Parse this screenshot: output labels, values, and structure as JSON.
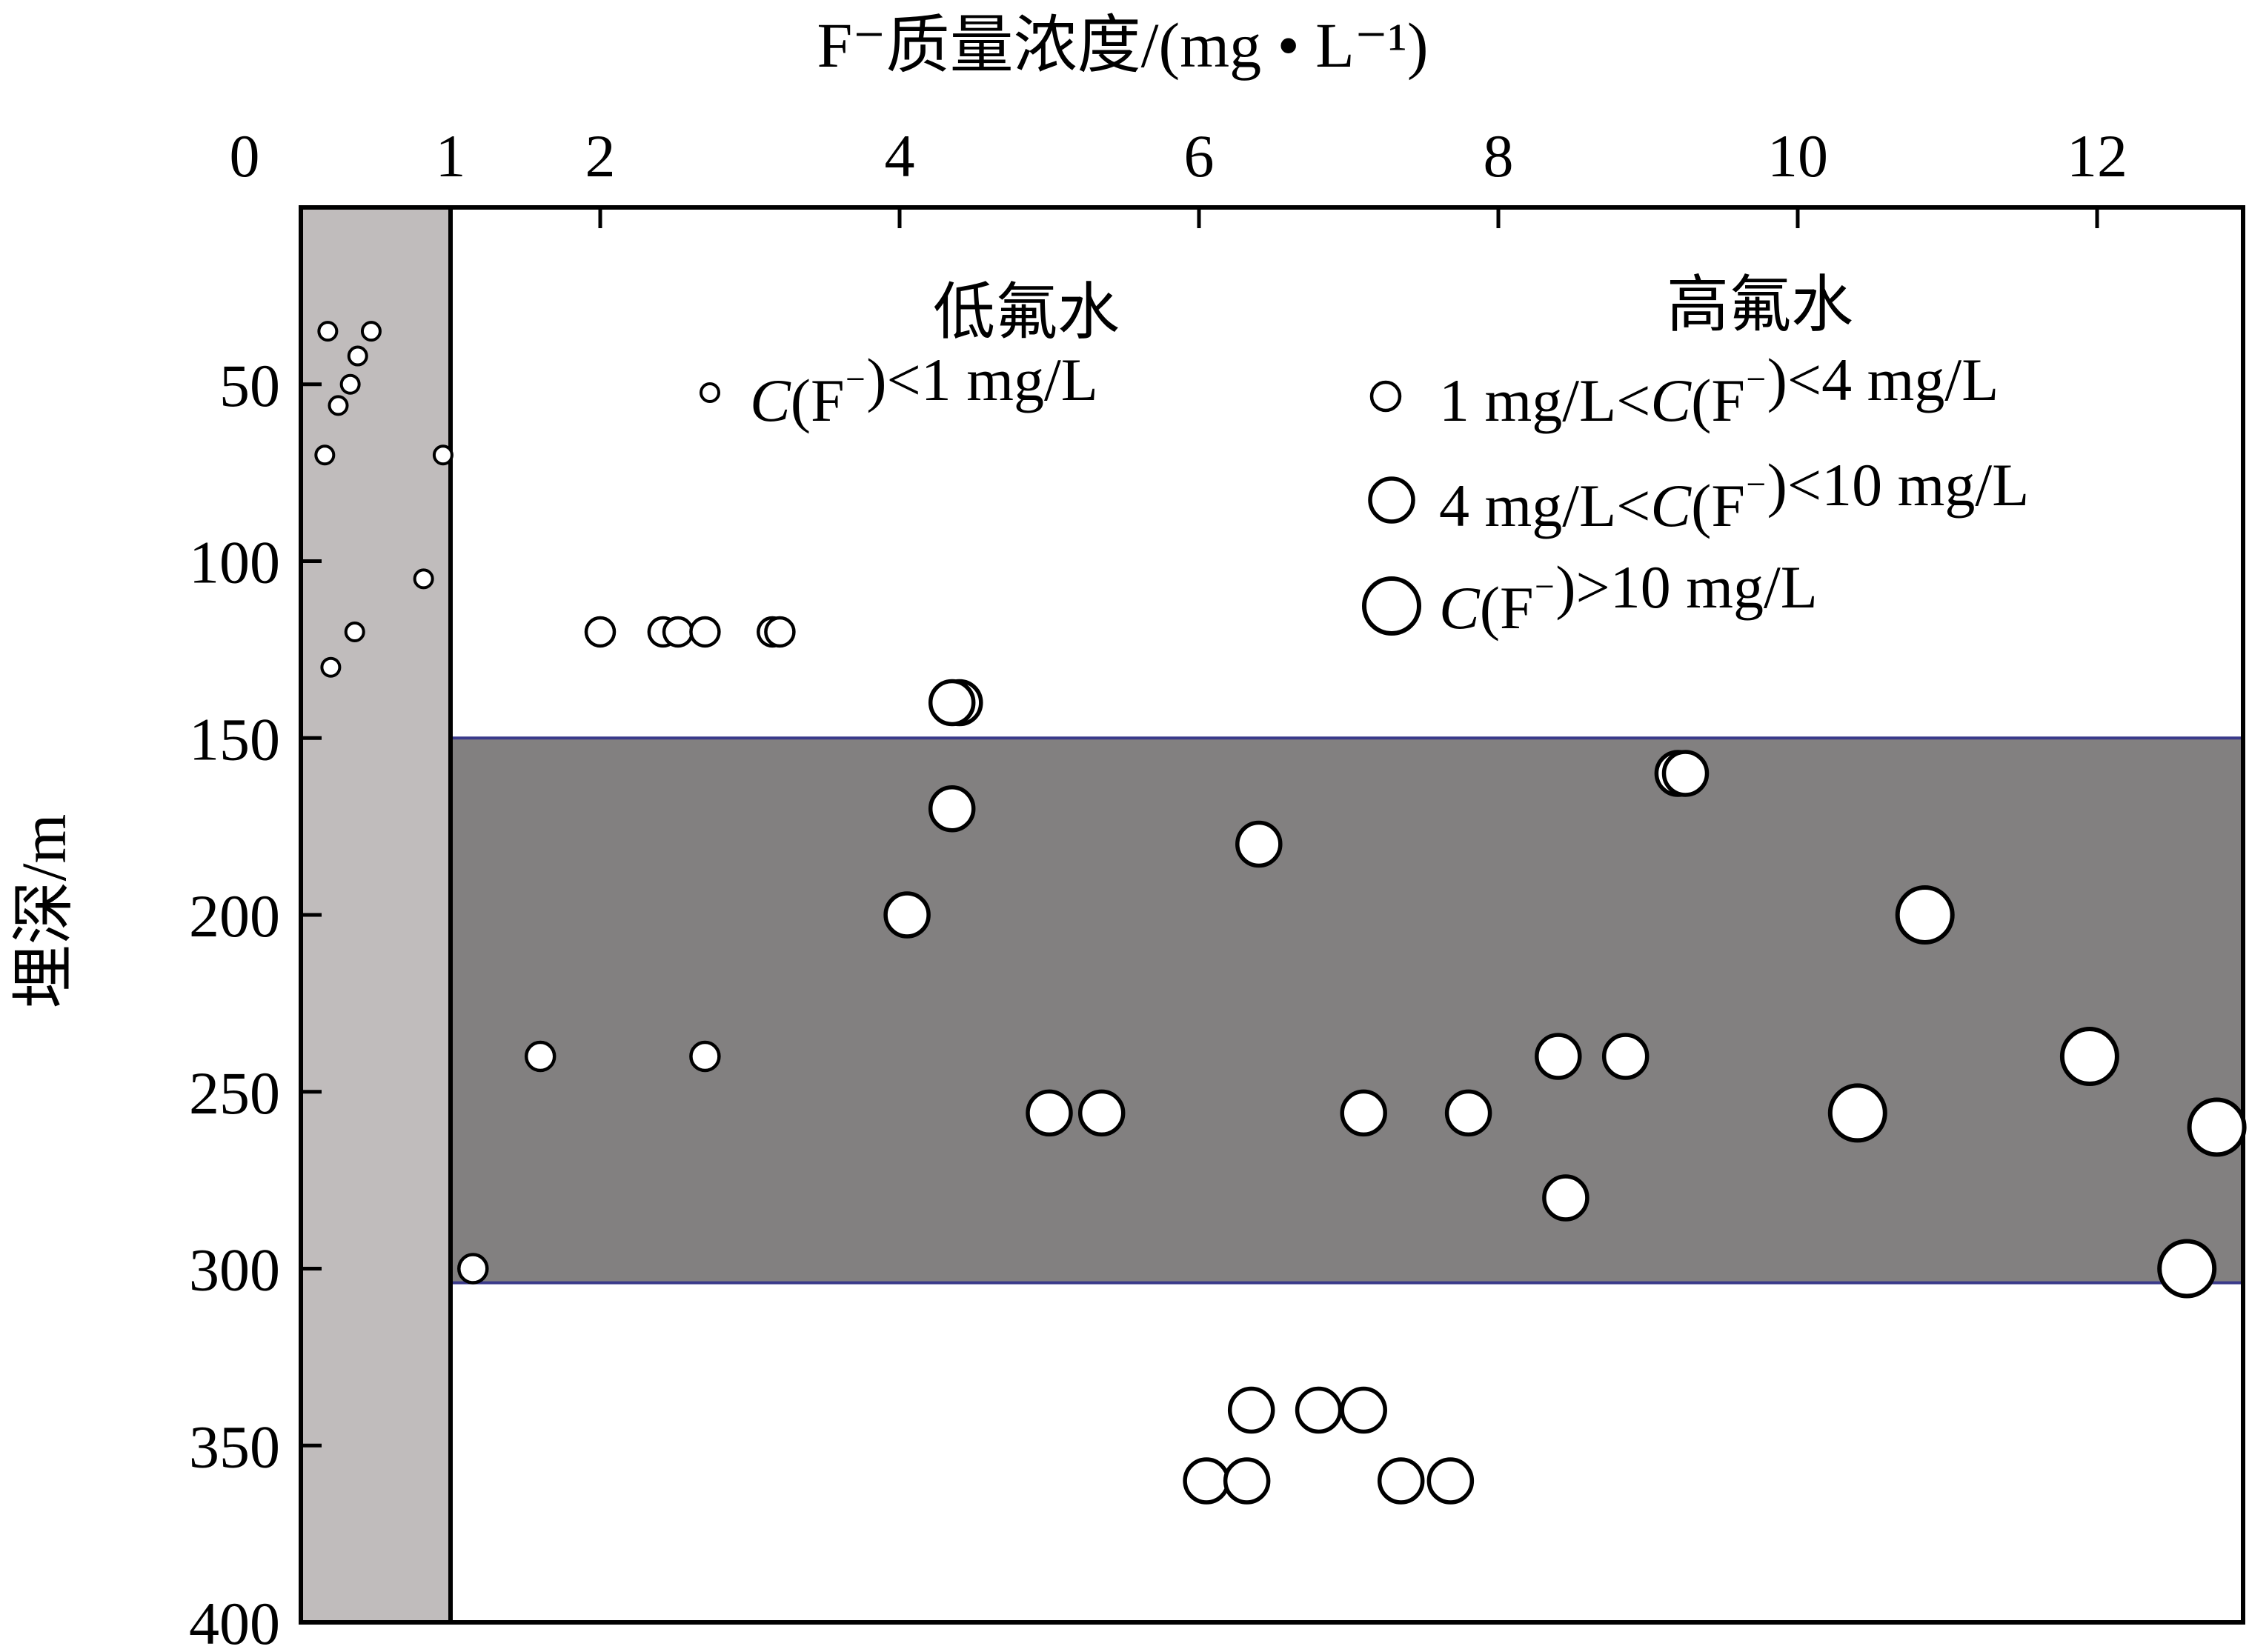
{
  "chart_data": {
    "type": "scatter",
    "xlabel": "F⁻质量浓度/(mg • L⁻¹)",
    "ylabel": "埋深/m",
    "x_ticks": [
      0,
      1,
      2,
      4,
      6,
      8,
      10,
      12
    ],
    "y_ticks": [
      50,
      100,
      150,
      200,
      250,
      300,
      350,
      400
    ],
    "xlim": [
      0,
      13
    ],
    "ylim": [
      0,
      400
    ],
    "y_inverted": true,
    "x_axis_position": "top",
    "low_fluoride_band": {
      "x_range": [
        0,
        1
      ],
      "color": "#c0bcbc"
    },
    "high_depth_band": {
      "y_range": [
        150,
        304
      ],
      "color": "#828080",
      "border": "#3a3a8a"
    },
    "legend": {
      "low_header": "低氟水",
      "high_header": "高氟水",
      "entries": [
        {
          "group": "low",
          "size_class": "xs",
          "label_parts": [
            "C",
            "(F",
            "⁻",
            ")<1 mg/L"
          ]
        },
        {
          "group": "high",
          "size_class": "s",
          "label_parts": [
            "1 mg/L<",
            "C",
            "(F",
            "⁻",
            ")<4 mg/L"
          ]
        },
        {
          "group": "high",
          "size_class": "m",
          "label_parts": [
            "4 mg/L<",
            "C",
            "(F",
            "⁻",
            ")<10 mg/L"
          ]
        },
        {
          "group": "high",
          "size_class": "l",
          "label_parts": [
            "C",
            "(F",
            "⁻",
            ")>10 mg/L"
          ]
        }
      ]
    },
    "series": [
      {
        "size_class": "xs",
        "points": [
          [
            0.18,
            35
          ],
          [
            0.47,
            35
          ],
          [
            0.38,
            42
          ],
          [
            0.33,
            50
          ],
          [
            0.25,
            56
          ],
          [
            0.16,
            70
          ],
          [
            0.95,
            70
          ],
          [
            0.82,
            105
          ],
          [
            0.36,
            120
          ],
          [
            0.2,
            130
          ]
        ]
      },
      {
        "size_class": "s",
        "points": [
          [
            1.15,
            300
          ],
          [
            2.0,
            120
          ],
          [
            2.42,
            120
          ],
          [
            2.52,
            120
          ],
          [
            2.7,
            120
          ],
          [
            3.15,
            120
          ],
          [
            3.2,
            120
          ],
          [
            1.6,
            240
          ],
          [
            2.7,
            240
          ]
        ]
      },
      {
        "size_class": "m",
        "points": [
          [
            4.4,
            140
          ],
          [
            4.35,
            140
          ],
          [
            4.35,
            170
          ],
          [
            6.4,
            180
          ],
          [
            4.05,
            200
          ],
          [
            9.2,
            160
          ],
          [
            9.25,
            160
          ],
          [
            5.0,
            256
          ],
          [
            5.35,
            256
          ],
          [
            7.1,
            256
          ],
          [
            7.8,
            256
          ],
          [
            8.4,
            240
          ],
          [
            8.85,
            240
          ],
          [
            8.45,
            280
          ],
          [
            6.35,
            340
          ],
          [
            6.8,
            340
          ],
          [
            7.1,
            340
          ],
          [
            6.05,
            360
          ],
          [
            6.32,
            360
          ],
          [
            7.35,
            360
          ],
          [
            7.68,
            360
          ]
        ]
      },
      {
        "size_class": "l",
        "points": [
          [
            10.85,
            200
          ],
          [
            11.95,
            240
          ],
          [
            10.4,
            256
          ],
          [
            12.8,
            260
          ],
          [
            12.6,
            300
          ]
        ]
      }
    ]
  }
}
